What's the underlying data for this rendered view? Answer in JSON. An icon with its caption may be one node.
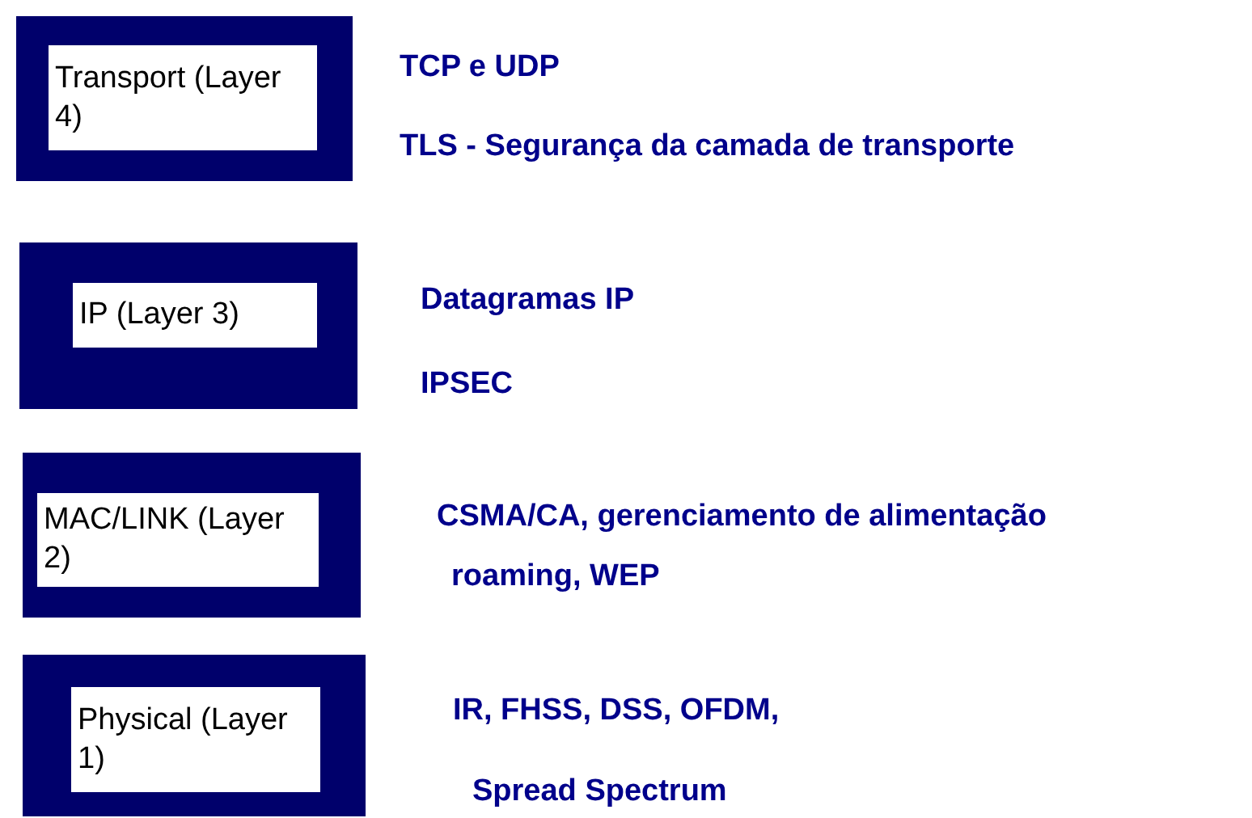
{
  "diagram": {
    "nodes": [
      {
        "text": [
          "Transport (Layer 4)"
        ],
        "beside": [
          "TCP e UDP",
          "TLS - Segurança da camada de transporte"
        ]
      },
      {
        "text": [
          "IP (Layer 3)"
        ],
        "beside": [
          "Datagramas IP",
          "IPSEC"
        ]
      },
      {
        "text": [
          "MAC/LINK (Layer 2)"
        ],
        "beside": [
          "CSMA/CA, gerenciamento de alimentação",
          "roaming, WEP"
        ]
      },
      {
        "text": [
          "Physical (Layer 1)"
        ],
        "beside": [
          "IR, FHSS, DSS, OFDM,",
          "Spread Spectrum"
        ]
      }
    ]
  }
}
